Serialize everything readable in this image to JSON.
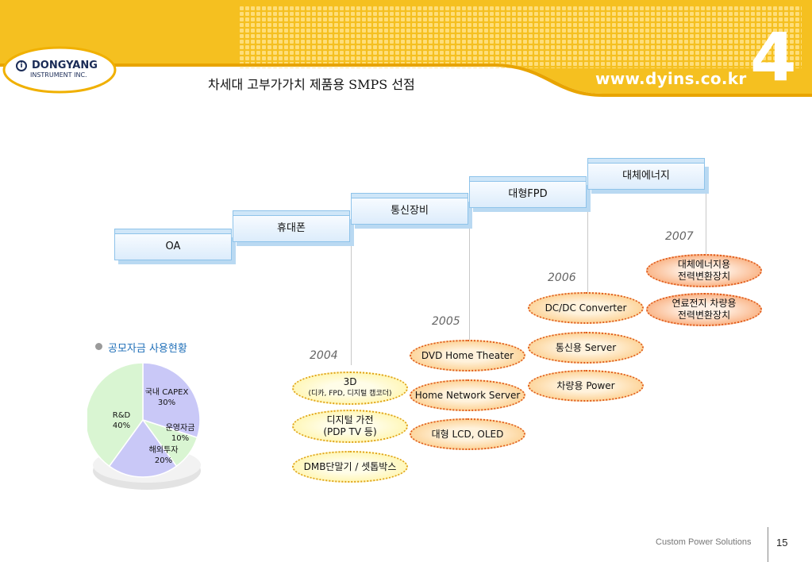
{
  "header": {
    "title": "차세대 고부가가치 제품용 SMPS 선점",
    "url": "www.dyins.co.kr",
    "number": "4",
    "logo_name": "DONGYANG",
    "logo_sub": "INSTRUMENT INC.",
    "logo_mark": "i",
    "colors": {
      "banner": "#f5c020",
      "banner_light": "#ffe38a",
      "logo_text": "#1a2b56"
    }
  },
  "steps": [
    "OA",
    "휴대폰",
    "통신장비",
    "대형FPD",
    "대체에너지"
  ],
  "years": [
    "2004",
    "2005",
    "2006",
    "2007"
  ],
  "ovals": {
    "y2004": [
      {
        "line1": "3D",
        "line2": "(디카, FPD, 디지털 캠코더)"
      },
      {
        "line1": "디지털 가전",
        "line2": "(PDP TV 등)"
      },
      {
        "line1": "DMB단말기 / 셋톱박스",
        "line2": ""
      }
    ],
    "y2005": [
      "DVD Home Theater",
      "Home Network Server",
      "대형 LCD, OLED"
    ],
    "y2006": [
      "DC/DC Converter",
      "통신용 Server",
      "차량용 Power"
    ],
    "y2007": [
      {
        "line1": "대체에너지용",
        "line2": "전력변환장치"
      },
      {
        "line1": "연료전지 차량용",
        "line2": "전력변환장치"
      }
    ]
  },
  "pie": {
    "title": "공모자금 사용현황",
    "slices": [
      {
        "label": "국내 CAPEX",
        "pct": "30%",
        "value": 30,
        "color": "#c9c8f7"
      },
      {
        "label": "운영자금",
        "pct": "10%",
        "value": 10,
        "color": "#d9f5d2"
      },
      {
        "label": "해외투자",
        "pct": "20%",
        "value": 20,
        "color": "#c9c8f7"
      },
      {
        "label": "R&D",
        "pct": "40%",
        "value": 40,
        "color": "#d9f5d2"
      }
    ]
  },
  "footer": {
    "text": "Custom Power Solutions",
    "page": "15"
  }
}
